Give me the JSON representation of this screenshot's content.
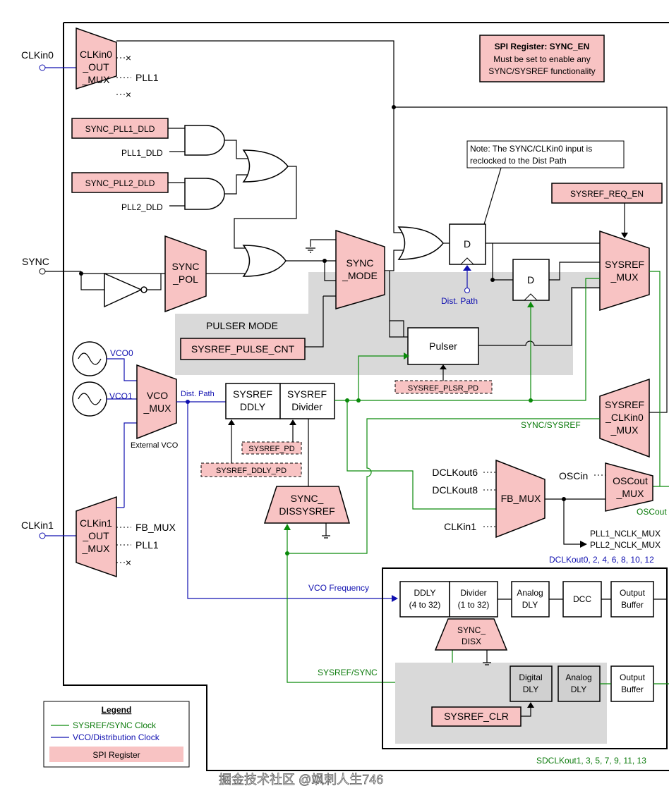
{
  "spi_note": {
    "title": "SPI Register: SYNC_EN",
    "line1": "Must be set to enable any",
    "line2": "SYNC/SYSREF functionality"
  },
  "reclock_note": {
    "line1": "Note: The SYNC/CLKin0 input is",
    "line2": "reclocked to the Dist Path"
  },
  "inputs": {
    "clkin0": "CLKin0",
    "sync": "SYNC",
    "clkin1": "CLKin1"
  },
  "clkin0_mux": {
    "l1": "CLKin0",
    "l2": "_OUT",
    "l3": "_MUX",
    "out_pll1": "PLL1"
  },
  "clkin1_mux": {
    "l1": "CLKin1",
    "l2": "_OUT",
    "l3": "_MUX",
    "out_fb": "FB_MUX",
    "out_pll1": "PLL1"
  },
  "registers": {
    "sync_pll1_dld": "SYNC_PLL1_DLD",
    "sync_pll2_dld": "SYNC_PLL2_DLD",
    "sysref_req_en": "SYSREF_REQ_EN",
    "sysref_pulse_cnt": "SYSREF_PULSE_CNT",
    "sysref_plsr_pd": "SYSREF_PLSR_PD",
    "sysref_pd": "SYSREF_PD",
    "sysref_ddly_pd": "SYSREF_DDLY_PD",
    "sysref_clr": "SYSREF_CLR"
  },
  "signals": {
    "pll1_dld": "PLL1_DLD",
    "pll2_dld": "PLL2_DLD",
    "dist_path": "Dist. Path",
    "dist_path2": "Dist. Path",
    "vco0": "VCO0",
    "vco1": "VCO1",
    "external_vco": "External VCO",
    "sync_sysref": "SYNC/SYSREF",
    "vco_frequency": "VCO Frequency",
    "sysref_sync": "SYSREF/SYNC",
    "dclkout6": "DCLKout6",
    "dclkout8": "DCLKout8",
    "clkin1": "CLKin1",
    "oscin": "OSCin",
    "oscout": "OSCout",
    "pll1_nclk": "PLL1_NCLK_MUX",
    "pll2_nclk": "PLL2_NCLK_MUX",
    "dclkout_even": "DCLKout0, 2, 4, 6, 8, 10, 12",
    "sdclkout_odd": "SDCLKout1, 3, 5, 7, 9, 11, 13"
  },
  "blocks": {
    "sync_pol": [
      "SYNC",
      "_POL"
    ],
    "sync_mode": [
      "SYNC",
      "_MODE"
    ],
    "dff": "D",
    "sysref_mux": [
      "SYSREF",
      "_MUX"
    ],
    "pulser_mode": "PULSER MODE",
    "pulser": "Pulser",
    "sysref_clkin0_mux": [
      "SYSREF",
      "_CLKin0",
      "_MUX"
    ],
    "vco_mux": [
      "VCO",
      "_MUX"
    ],
    "sysref_ddly": [
      "SYSREF",
      "DDLY"
    ],
    "sysref_divider": [
      "SYSREF",
      "Divider"
    ],
    "sync_dissysref": [
      "SYNC_",
      "DISSYSREF"
    ],
    "fb_mux": "FB_MUX",
    "oscout_mux": [
      "OSCout",
      "_MUX"
    ],
    "ddly": [
      "DDLY",
      "(4 to 32)"
    ],
    "divider": [
      "Divider",
      "(1 to 32)"
    ],
    "analog_dly": [
      "Analog",
      "DLY"
    ],
    "dcc": "DCC",
    "output_buffer": [
      "Output",
      "Buffer"
    ],
    "sync_disx": [
      "SYNC_",
      "DISX"
    ],
    "digital_dly": [
      "Digital",
      "DLY"
    ]
  },
  "legend": {
    "title": "Legend",
    "green": "SYSREF/SYNC Clock",
    "blue": "VCO/Distribution Clock",
    "pink": "SPI Register"
  },
  "colors": {
    "spi_register": "#f8c3c3",
    "sysref_clock": "#0a8a0a",
    "vco_clock": "#1010b0",
    "pulser_region": "#d9d9d9"
  },
  "watermark": "掘金技术社区 @飒刺人生746"
}
